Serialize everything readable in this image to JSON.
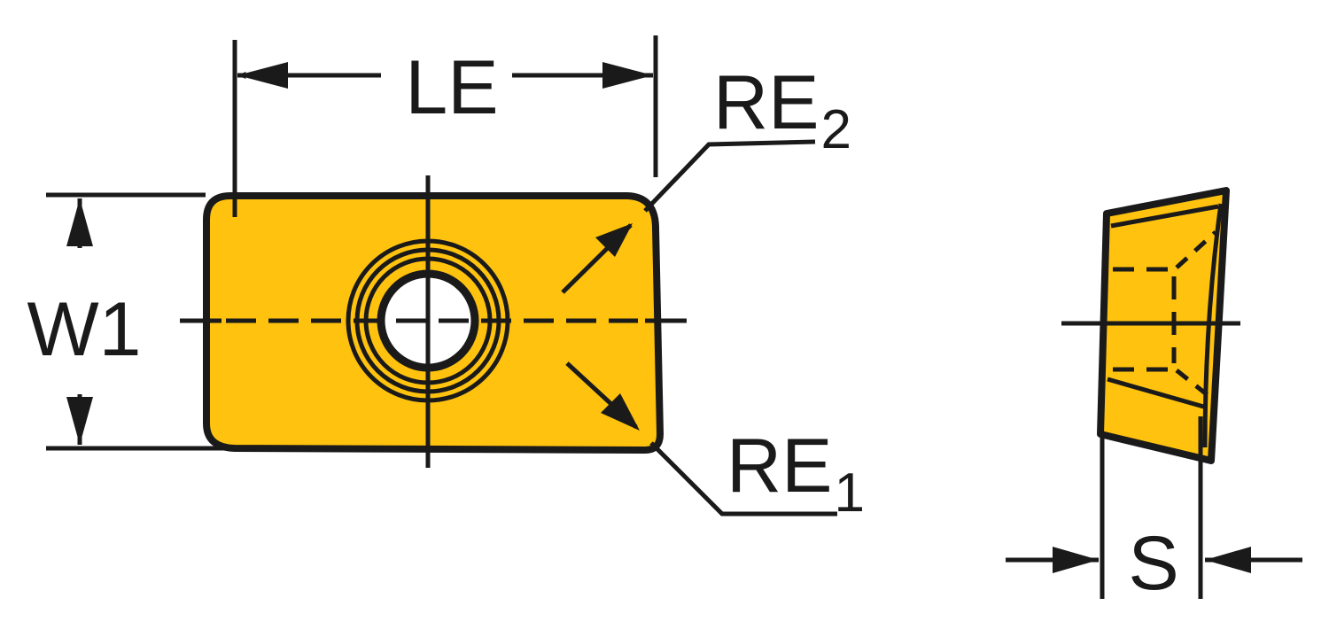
{
  "colors": {
    "insert_fill": "#FFC20E",
    "line": "#1a1a1a",
    "background": "#ffffff"
  },
  "labels": {
    "LE": "LE",
    "W1": "W1",
    "RE2_main": "RE",
    "RE2_sub": "2",
    "RE1_main": "RE",
    "RE1_sub": "1",
    "S": "S"
  }
}
